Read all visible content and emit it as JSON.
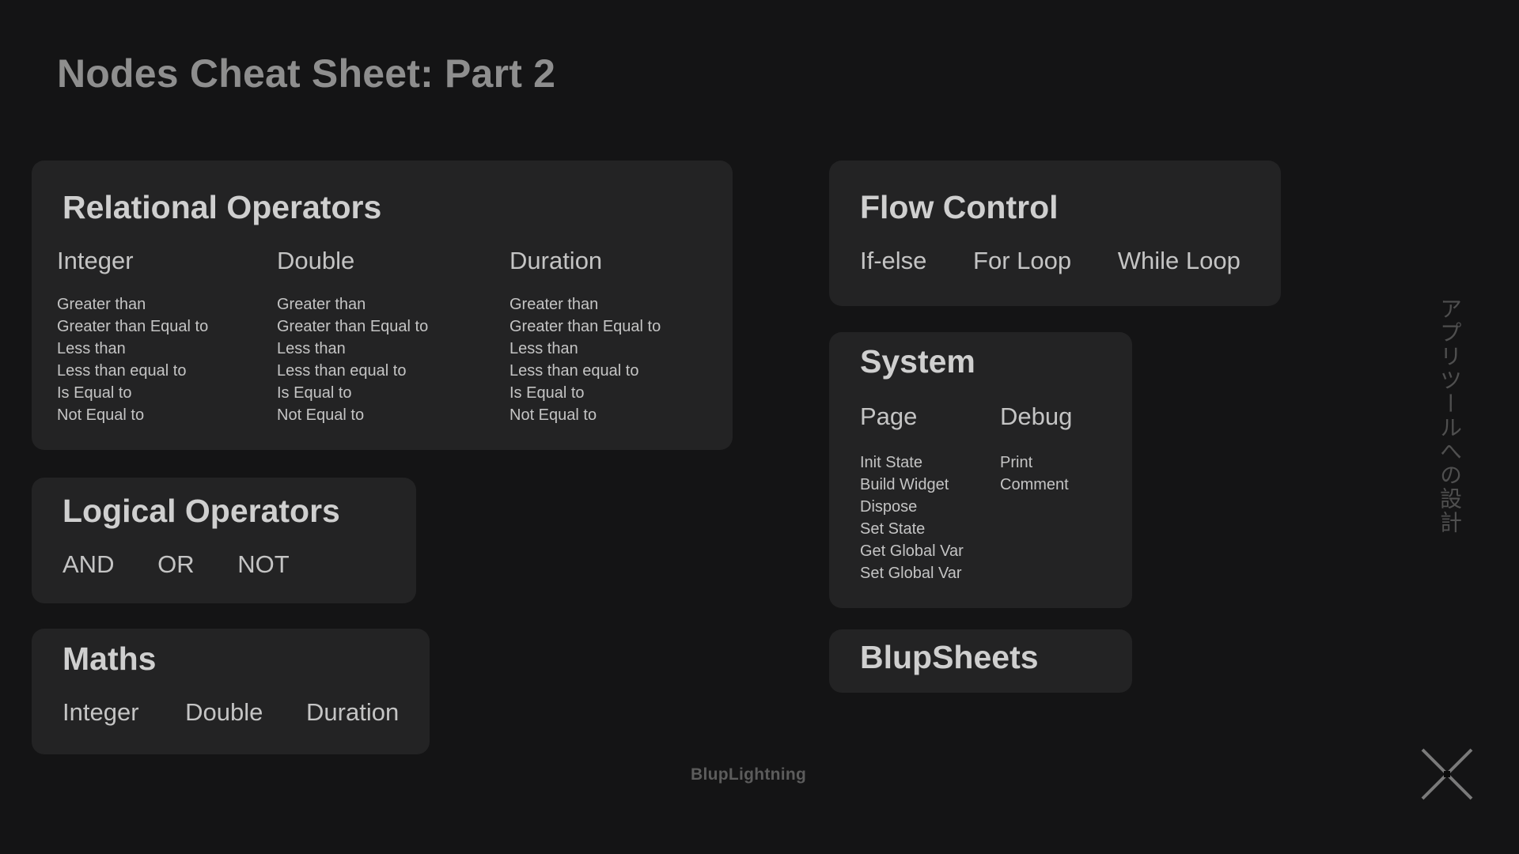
{
  "page": {
    "title": "Nodes Cheat Sheet:  Part 2"
  },
  "relational": {
    "title": "Relational Operators",
    "columns": [
      {
        "label": "Integer",
        "items": [
          "Greater than",
          "Greater than Equal to",
          "Less than",
          "Less than equal to",
          "Is Equal to",
          "Not Equal to"
        ]
      },
      {
        "label": "Double",
        "items": [
          "Greater than",
          "Greater than Equal to",
          "Less than",
          "Less than equal to",
          "Is Equal to",
          "Not Equal to"
        ]
      },
      {
        "label": "Duration",
        "items": [
          "Greater than",
          "Greater than Equal to",
          "Less than",
          "Less than equal to",
          "Is Equal to",
          "Not Equal to"
        ]
      }
    ]
  },
  "flow_control": {
    "title": "Flow Control",
    "items": [
      "If-else",
      "For Loop",
      "While Loop"
    ]
  },
  "logical": {
    "title": "Logical Operators",
    "items": [
      "AND",
      "OR",
      "NOT"
    ]
  },
  "maths": {
    "title": "Maths",
    "items": [
      "Integer",
      "Double",
      "Duration"
    ]
  },
  "system": {
    "title": "System",
    "columns": [
      {
        "label": "Page",
        "items": [
          "Init State",
          "Build Widget",
          "Dispose",
          "Set State",
          "Get Global Var",
          "Set Global Var"
        ]
      },
      {
        "label": "Debug",
        "items": [
          "Print",
          "Comment"
        ]
      }
    ]
  },
  "blupsheets": {
    "title": "BlupSheets"
  },
  "footer": {
    "brand": "BlupLightning"
  },
  "side_text": "アプリツールへの設計",
  "icons": {
    "corner_logo": "x-cross-logo-icon"
  }
}
